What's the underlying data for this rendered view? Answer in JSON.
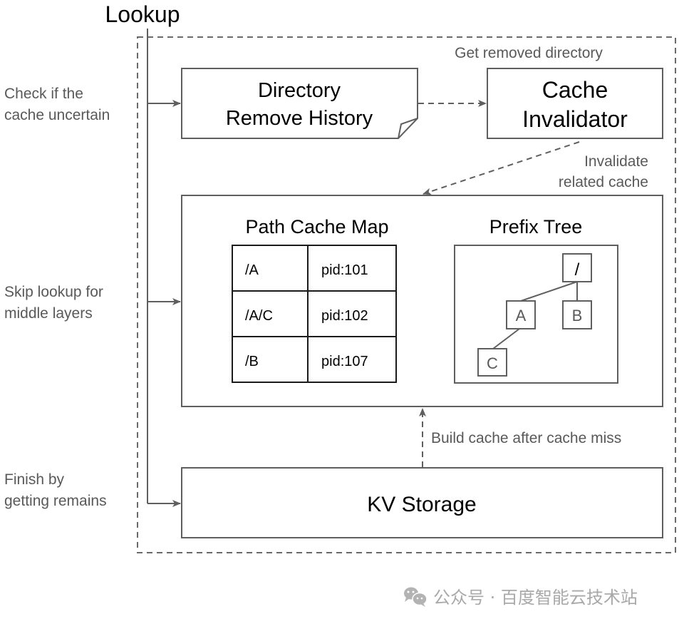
{
  "diagram": {
    "entry_label": "Lookup",
    "side_labels": {
      "check": [
        "Check if the",
        "cache uncertain"
      ],
      "skip": [
        "Skip lookup for",
        "middle layers"
      ],
      "finish": [
        "Finish by",
        "getting remains"
      ]
    },
    "nodes": {
      "remove_history": [
        "Directory",
        "Remove History"
      ],
      "cache_invalidator": [
        "Cache",
        "Invalidator"
      ],
      "kv_storage": "KV Storage"
    },
    "edge_labels": {
      "get_removed": "Get removed directory",
      "invalidate": [
        "Invalidate",
        "related cache"
      ],
      "build_cache": "Build cache after cache miss"
    },
    "path_cache_map": {
      "title": "Path Cache Map",
      "rows": [
        {
          "path": "/A",
          "pid": "pid:101"
        },
        {
          "path": "/A/C",
          "pid": "pid:102"
        },
        {
          "path": "/B",
          "pid": "pid:107"
        }
      ]
    },
    "prefix_tree": {
      "title": "Prefix Tree",
      "nodes": {
        "root": "/",
        "a": "A",
        "b": "B",
        "c": "C"
      }
    }
  },
  "watermark": {
    "icon": "wechat-icon",
    "text": "公众号 · 百度智能云技术站"
  }
}
